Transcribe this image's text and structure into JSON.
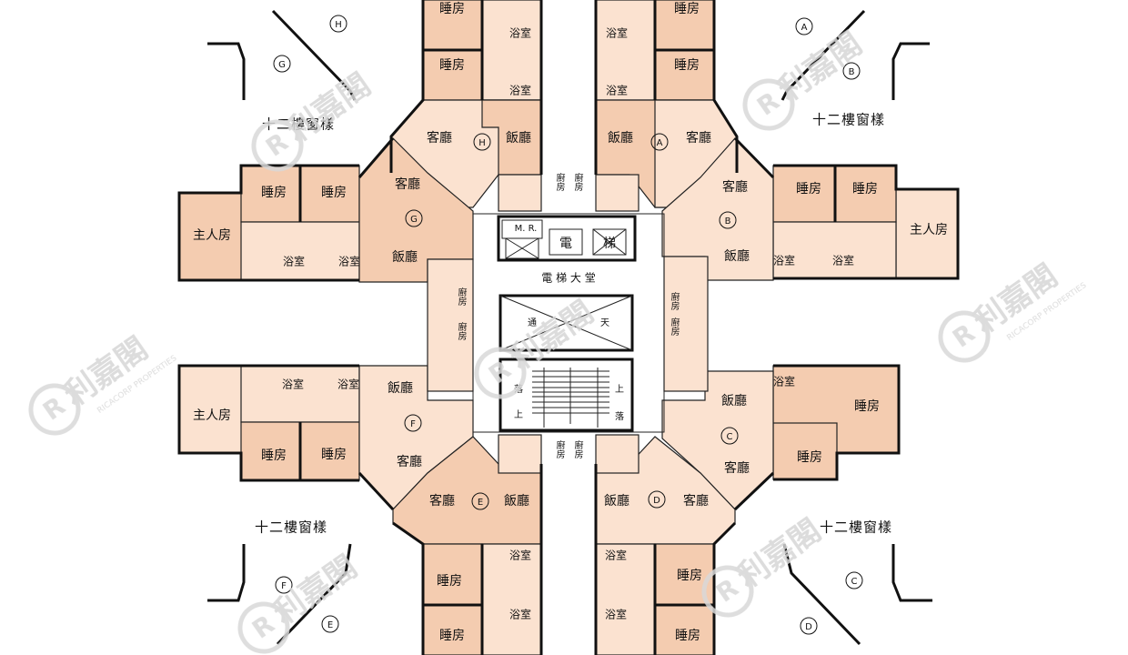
{
  "colors": {
    "dark": "#f4ccb0",
    "light": "#fbe2d0",
    "wall": "#111111",
    "watermark": "#d8d8d8"
  },
  "labels": {
    "bedroom": "睡房",
    "bathroom": "浴室",
    "living": "客廳",
    "dining": "飯廳",
    "kitchen": "廚房",
    "master": "主人房",
    "mr": "M. R.",
    "lift": "電",
    "lift2": "梯",
    "lobby": "電 梯 大 堂",
    "void1": "通",
    "void2": "天",
    "down": "落",
    "up": "上",
    "twelfth": "十二樓窗樣"
  },
  "flats": [
    "A",
    "B",
    "C",
    "D",
    "E",
    "F",
    "G",
    "H"
  ],
  "watermark": {
    "name": "利嘉閣",
    "sub": "RICACORP PROPERTIES"
  }
}
